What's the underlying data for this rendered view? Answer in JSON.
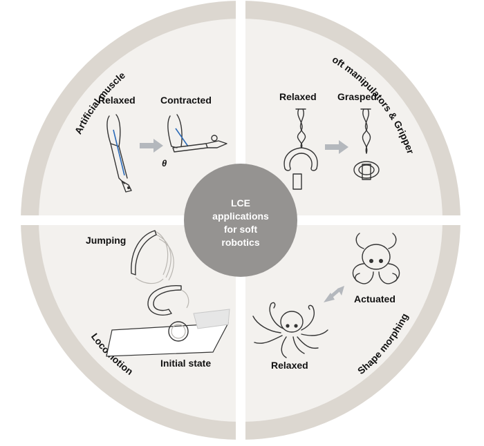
{
  "center": {
    "lines": [
      "LCE",
      "applications",
      "for soft",
      "robotics"
    ]
  },
  "quadrants": {
    "artificial_muscle": {
      "title": "Artificial muscle",
      "label_relaxed": "Relaxed",
      "label_contracted": "Contracted",
      "angle_symbol": "θ"
    },
    "manipulators": {
      "title": "Soft manipulators & Grippers",
      "label_relaxed": "Relaxed",
      "label_grasped": "Grasped"
    },
    "locomotion": {
      "title": "Locomotion",
      "label_jumping": "Jumping",
      "label_initial": "Initial state"
    },
    "shape_morphing": {
      "title": "Shape morphing",
      "label_actuated": "Actuated",
      "label_relaxed": "Relaxed"
    }
  },
  "colors": {
    "ring": "#dcd7d0",
    "panel": "#f3f1ee",
    "hub": "#959391",
    "arrow": "#b4b8bd",
    "muscle": "#2a6ab8"
  }
}
